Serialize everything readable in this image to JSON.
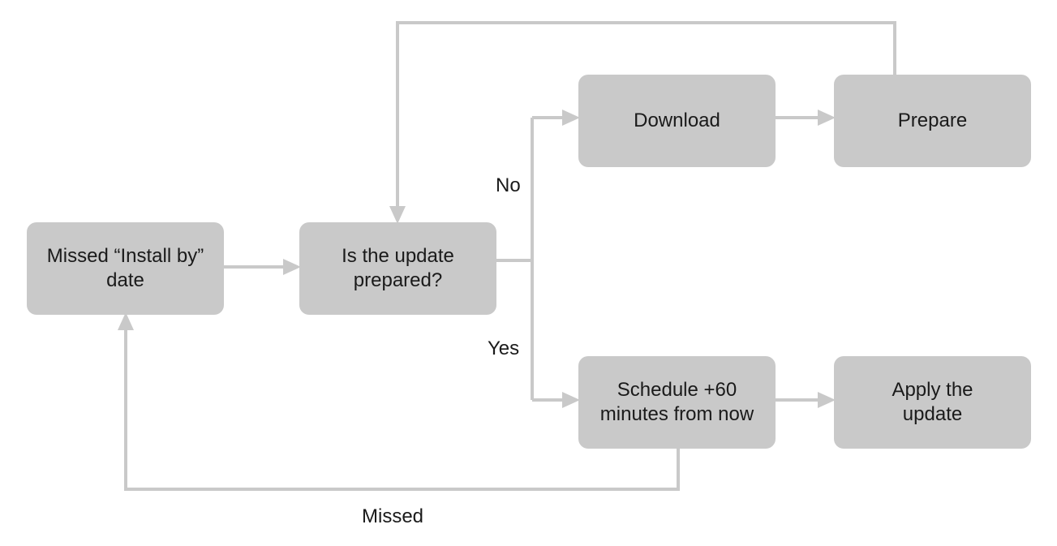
{
  "nodes": {
    "missed_install_by_date": "Missed “Install by” date",
    "is_update_prepared": "Is the update prepared?",
    "download": "Download",
    "prepare": "Prepare",
    "schedule": "Schedule +60 minutes from now",
    "apply_update": "Apply the update"
  },
  "edge_labels": {
    "no": "No",
    "yes": "Yes",
    "missed": "Missed"
  },
  "colors": {
    "node_fill": "#c9c9c9",
    "connector": "#c9c9c9",
    "text": "#1a1a1a"
  }
}
